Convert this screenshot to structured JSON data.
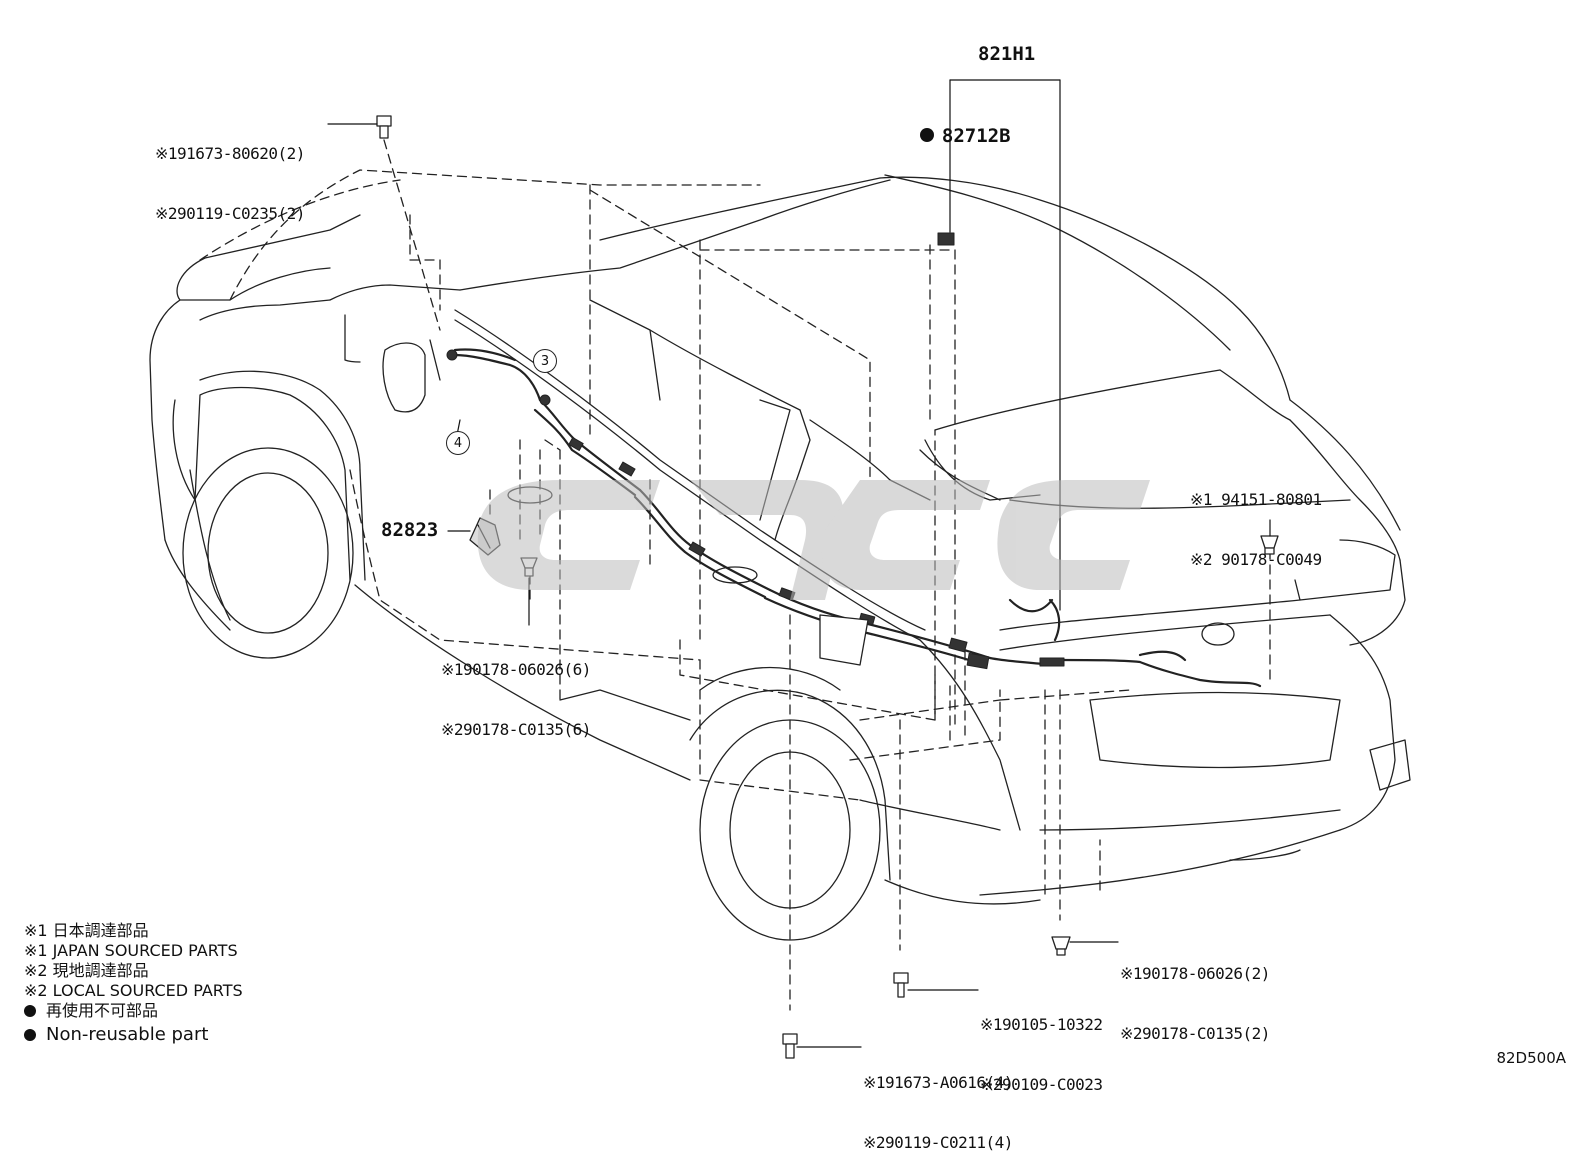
{
  "diagram": {
    "drawing_code": "82D500A",
    "callouts": {
      "bolt_front_top": [
        "※191673-80620(2)",
        "※290119-C0235(2)"
      ],
      "harness_main": "821H1",
      "clamp_roof": "82712B",
      "bracket_left": "82823",
      "clip_left": [
        "※190178-06026(6)",
        "※290178-C0135(6)"
      ],
      "clip_rear_right": [
        "※1 94151-80801",
        "※2 90178-C0049"
      ],
      "clip_rear_bottom": [
        "※190178-06026(2)",
        "※290178-C0135(2)"
      ],
      "bolt_center_bottom": [
        "※190105-10322",
        "※290109-C0023"
      ],
      "bolt_bottom": [
        "※191673-A0616(4)",
        "※290119-C0211(4)"
      ],
      "ref_3": "3",
      "ref_4": "4"
    },
    "legend": {
      "line1": "※1 日本調達部品",
      "line2": "※1 JAPAN SOURCED PARTS",
      "line3": "※2 現地調達部品",
      "line4": "※2 LOCAL SOURCED PARTS",
      "line5": "再使用不可部品",
      "line6": "Non-reusable part"
    }
  }
}
